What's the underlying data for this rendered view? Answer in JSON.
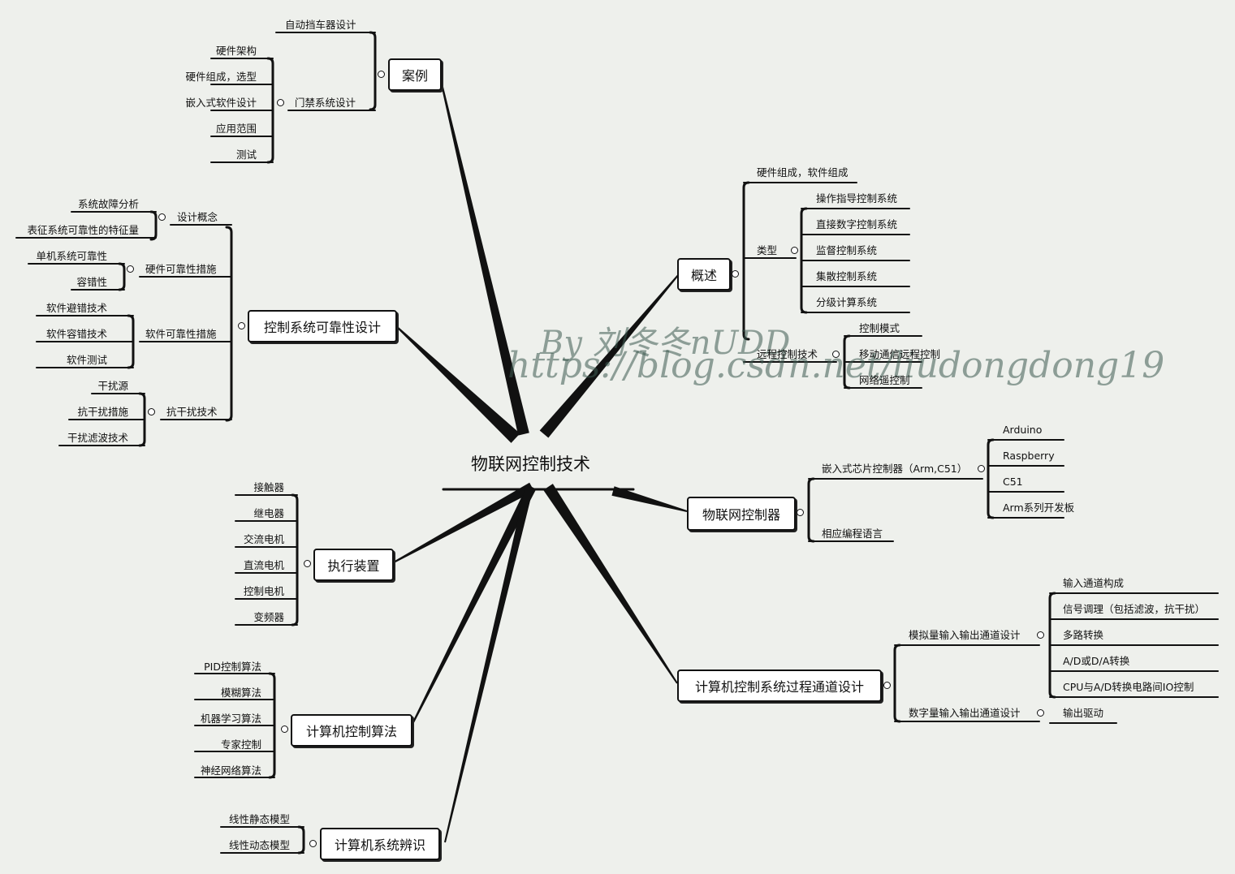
{
  "root": "物联网控制技术",
  "watermark": {
    "author": "By 刘冬冬nUDD",
    "url": "https://blog.csdn.net/liudongdong19"
  },
  "branches": {
    "case": {
      "title": "案例",
      "auto_stop": "自动挡车器设计",
      "access": "门禁系统设计",
      "access_items": [
        "硬件架构",
        "硬件组成，选型",
        "嵌入式软件设计",
        "应用范围",
        "测试"
      ]
    },
    "reliability": {
      "title": "控制系统可靠性设计",
      "concept": "设计概念",
      "concept_items": [
        "系统故障分析",
        "表征系统可靠性的特征量"
      ],
      "hw": "硬件可靠性措施",
      "hw_items": [
        "单机系统可靠性",
        "容错性"
      ],
      "sw": "软件可靠性措施",
      "sw_items": [
        "软件避错技术",
        "软件容错技术",
        "软件测试"
      ],
      "anti": "抗干扰技术",
      "anti_items": [
        "干扰源",
        "抗干扰措施",
        "干扰滤波技术"
      ]
    },
    "actuator": {
      "title": "执行装置",
      "items": [
        "接触器",
        "继电器",
        "交流电机",
        "直流电机",
        "控制电机",
        "变频器"
      ]
    },
    "algorithm": {
      "title": "计算机控制算法",
      "items": [
        "PID控制算法",
        "模糊算法",
        "机器学习算法",
        "专家控制",
        "神经网络算法"
      ]
    },
    "identification": {
      "title": "计算机系统辨识",
      "items": [
        "线性静态模型",
        "线性动态模型"
      ]
    },
    "overview": {
      "title": "概述",
      "composition": "硬件组成，软件组成",
      "types": "类型",
      "type_items": [
        "操作指导控制系统",
        "直接数字控制系统",
        "监督控制系统",
        "集散控制系统",
        "分级计算系统"
      ],
      "remote": "远程控制技术",
      "remote_items": [
        "控制模式",
        "移动通信远程控制",
        "网络遥控制"
      ]
    },
    "controller": {
      "title": "物联网控制器",
      "embedded": "嵌入式芯片控制器（Arm,C51）",
      "embedded_items": [
        "Arduino",
        "Raspberry",
        "C51",
        "Arm系列开发板"
      ],
      "language": "相应编程语言"
    },
    "channel": {
      "title": "计算机控制系统过程通道设计",
      "analog": "模拟量输入输出通道设计",
      "analog_items": [
        "输入通道构成",
        "信号调理（包括滤波，抗干扰）",
        "多路转换",
        "A/D或D/A转换",
        "CPU与A/D转换电路间IO控制"
      ],
      "digital": "数字量输入输出通道设计",
      "digital_items": [
        "输出驱动"
      ]
    }
  },
  "colors": {
    "line": "#111111",
    "background": "#eef0ec",
    "node_fill": "#ffffff"
  }
}
